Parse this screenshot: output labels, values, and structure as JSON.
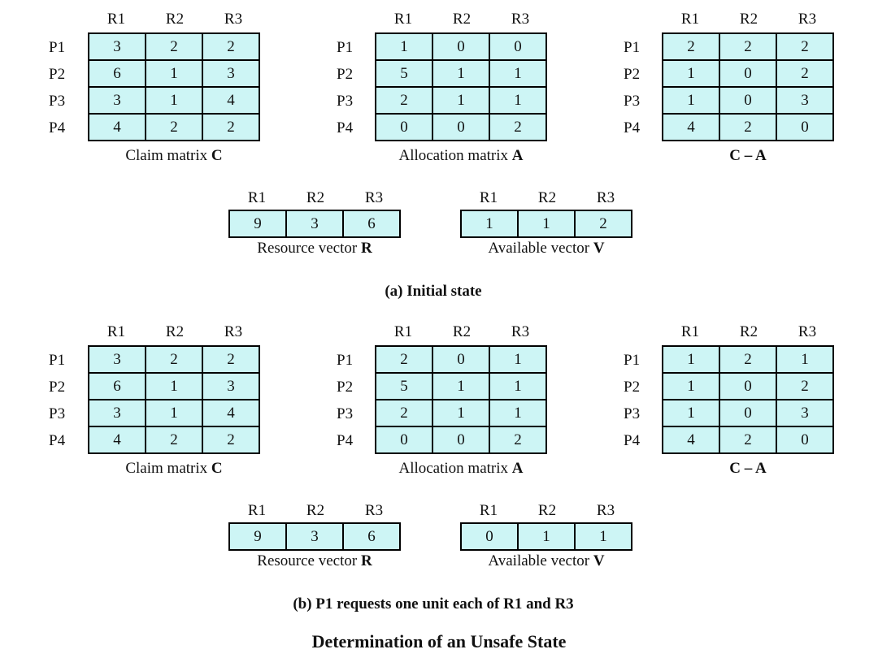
{
  "labels": {
    "cols": [
      "R1",
      "R2",
      "R3"
    ],
    "rows": [
      "P1",
      "P2",
      "P3",
      "P4"
    ]
  },
  "sections": [
    {
      "claim": {
        "caption_text": "Claim matrix ",
        "caption_bold": "C",
        "values": [
          [
            "3",
            "2",
            "2"
          ],
          [
            "6",
            "1",
            "3"
          ],
          [
            "3",
            "1",
            "4"
          ],
          [
            "4",
            "2",
            "2"
          ]
        ]
      },
      "allocation": {
        "caption_text": "Allocation matrix ",
        "caption_bold": "A",
        "values": [
          [
            "1",
            "0",
            "0"
          ],
          [
            "5",
            "1",
            "1"
          ],
          [
            "2",
            "1",
            "1"
          ],
          [
            "0",
            "0",
            "2"
          ]
        ]
      },
      "need": {
        "caption_text": "",
        "caption_bold": "C – A",
        "values": [
          [
            "2",
            "2",
            "2"
          ],
          [
            "1",
            "0",
            "2"
          ],
          [
            "1",
            "0",
            "3"
          ],
          [
            "4",
            "2",
            "0"
          ]
        ]
      },
      "resource": {
        "caption_text": "Resource vector ",
        "caption_bold": "R",
        "values": [
          "9",
          "3",
          "6"
        ]
      },
      "available": {
        "caption_text": "Available vector ",
        "caption_bold": "V",
        "values": [
          "1",
          "1",
          "2"
        ]
      },
      "state_label": "(a) Initial state"
    },
    {
      "claim": {
        "caption_text": "Claim matrix ",
        "caption_bold": "C",
        "values": [
          [
            "3",
            "2",
            "2"
          ],
          [
            "6",
            "1",
            "3"
          ],
          [
            "3",
            "1",
            "4"
          ],
          [
            "4",
            "2",
            "2"
          ]
        ]
      },
      "allocation": {
        "caption_text": "Allocation matrix ",
        "caption_bold": "A",
        "values": [
          [
            "2",
            "0",
            "1"
          ],
          [
            "5",
            "1",
            "1"
          ],
          [
            "2",
            "1",
            "1"
          ],
          [
            "0",
            "0",
            "2"
          ]
        ]
      },
      "need": {
        "caption_text": "",
        "caption_bold": "C – A",
        "values": [
          [
            "1",
            "2",
            "1"
          ],
          [
            "1",
            "0",
            "2"
          ],
          [
            "1",
            "0",
            "3"
          ],
          [
            "4",
            "2",
            "0"
          ]
        ]
      },
      "resource": {
        "caption_text": "Resource vector ",
        "caption_bold": "R",
        "values": [
          "9",
          "3",
          "6"
        ]
      },
      "available": {
        "caption_text": "Available vector ",
        "caption_bold": "V",
        "values": [
          "0",
          "1",
          "1"
        ]
      },
      "state_label": "(b) P1 requests one unit each of R1 and R3"
    }
  ],
  "figure_title": "Determination of an Unsafe State"
}
